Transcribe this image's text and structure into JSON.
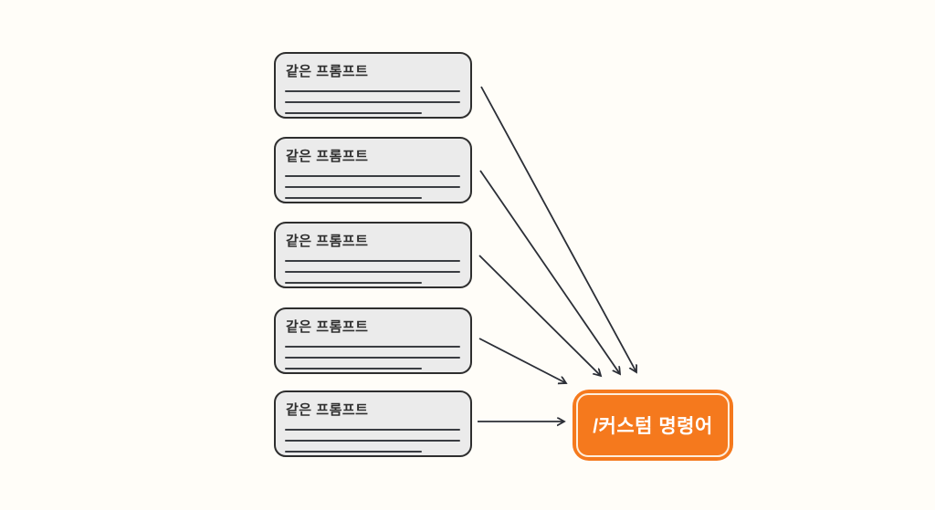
{
  "diagram": {
    "background_color": "#fffdf8",
    "arrow_color": "#2b2e36",
    "prompt_boxes": [
      {
        "label": "같은 프롬프트"
      },
      {
        "label": "같은 프롬프트"
      },
      {
        "label": "같은 프롬프트"
      },
      {
        "label": "같은 프롬프트"
      },
      {
        "label": "같은 프롬프트"
      }
    ],
    "prompt_box_style": {
      "fill": "#ebebeb",
      "border": "#2e2e2e",
      "text_color": "#2f2f2f",
      "placeholder_line_count": 3
    },
    "command_box": {
      "label": "/커스텀 명령어",
      "fill": "#f5791d",
      "text_color": "#ffffff"
    }
  }
}
